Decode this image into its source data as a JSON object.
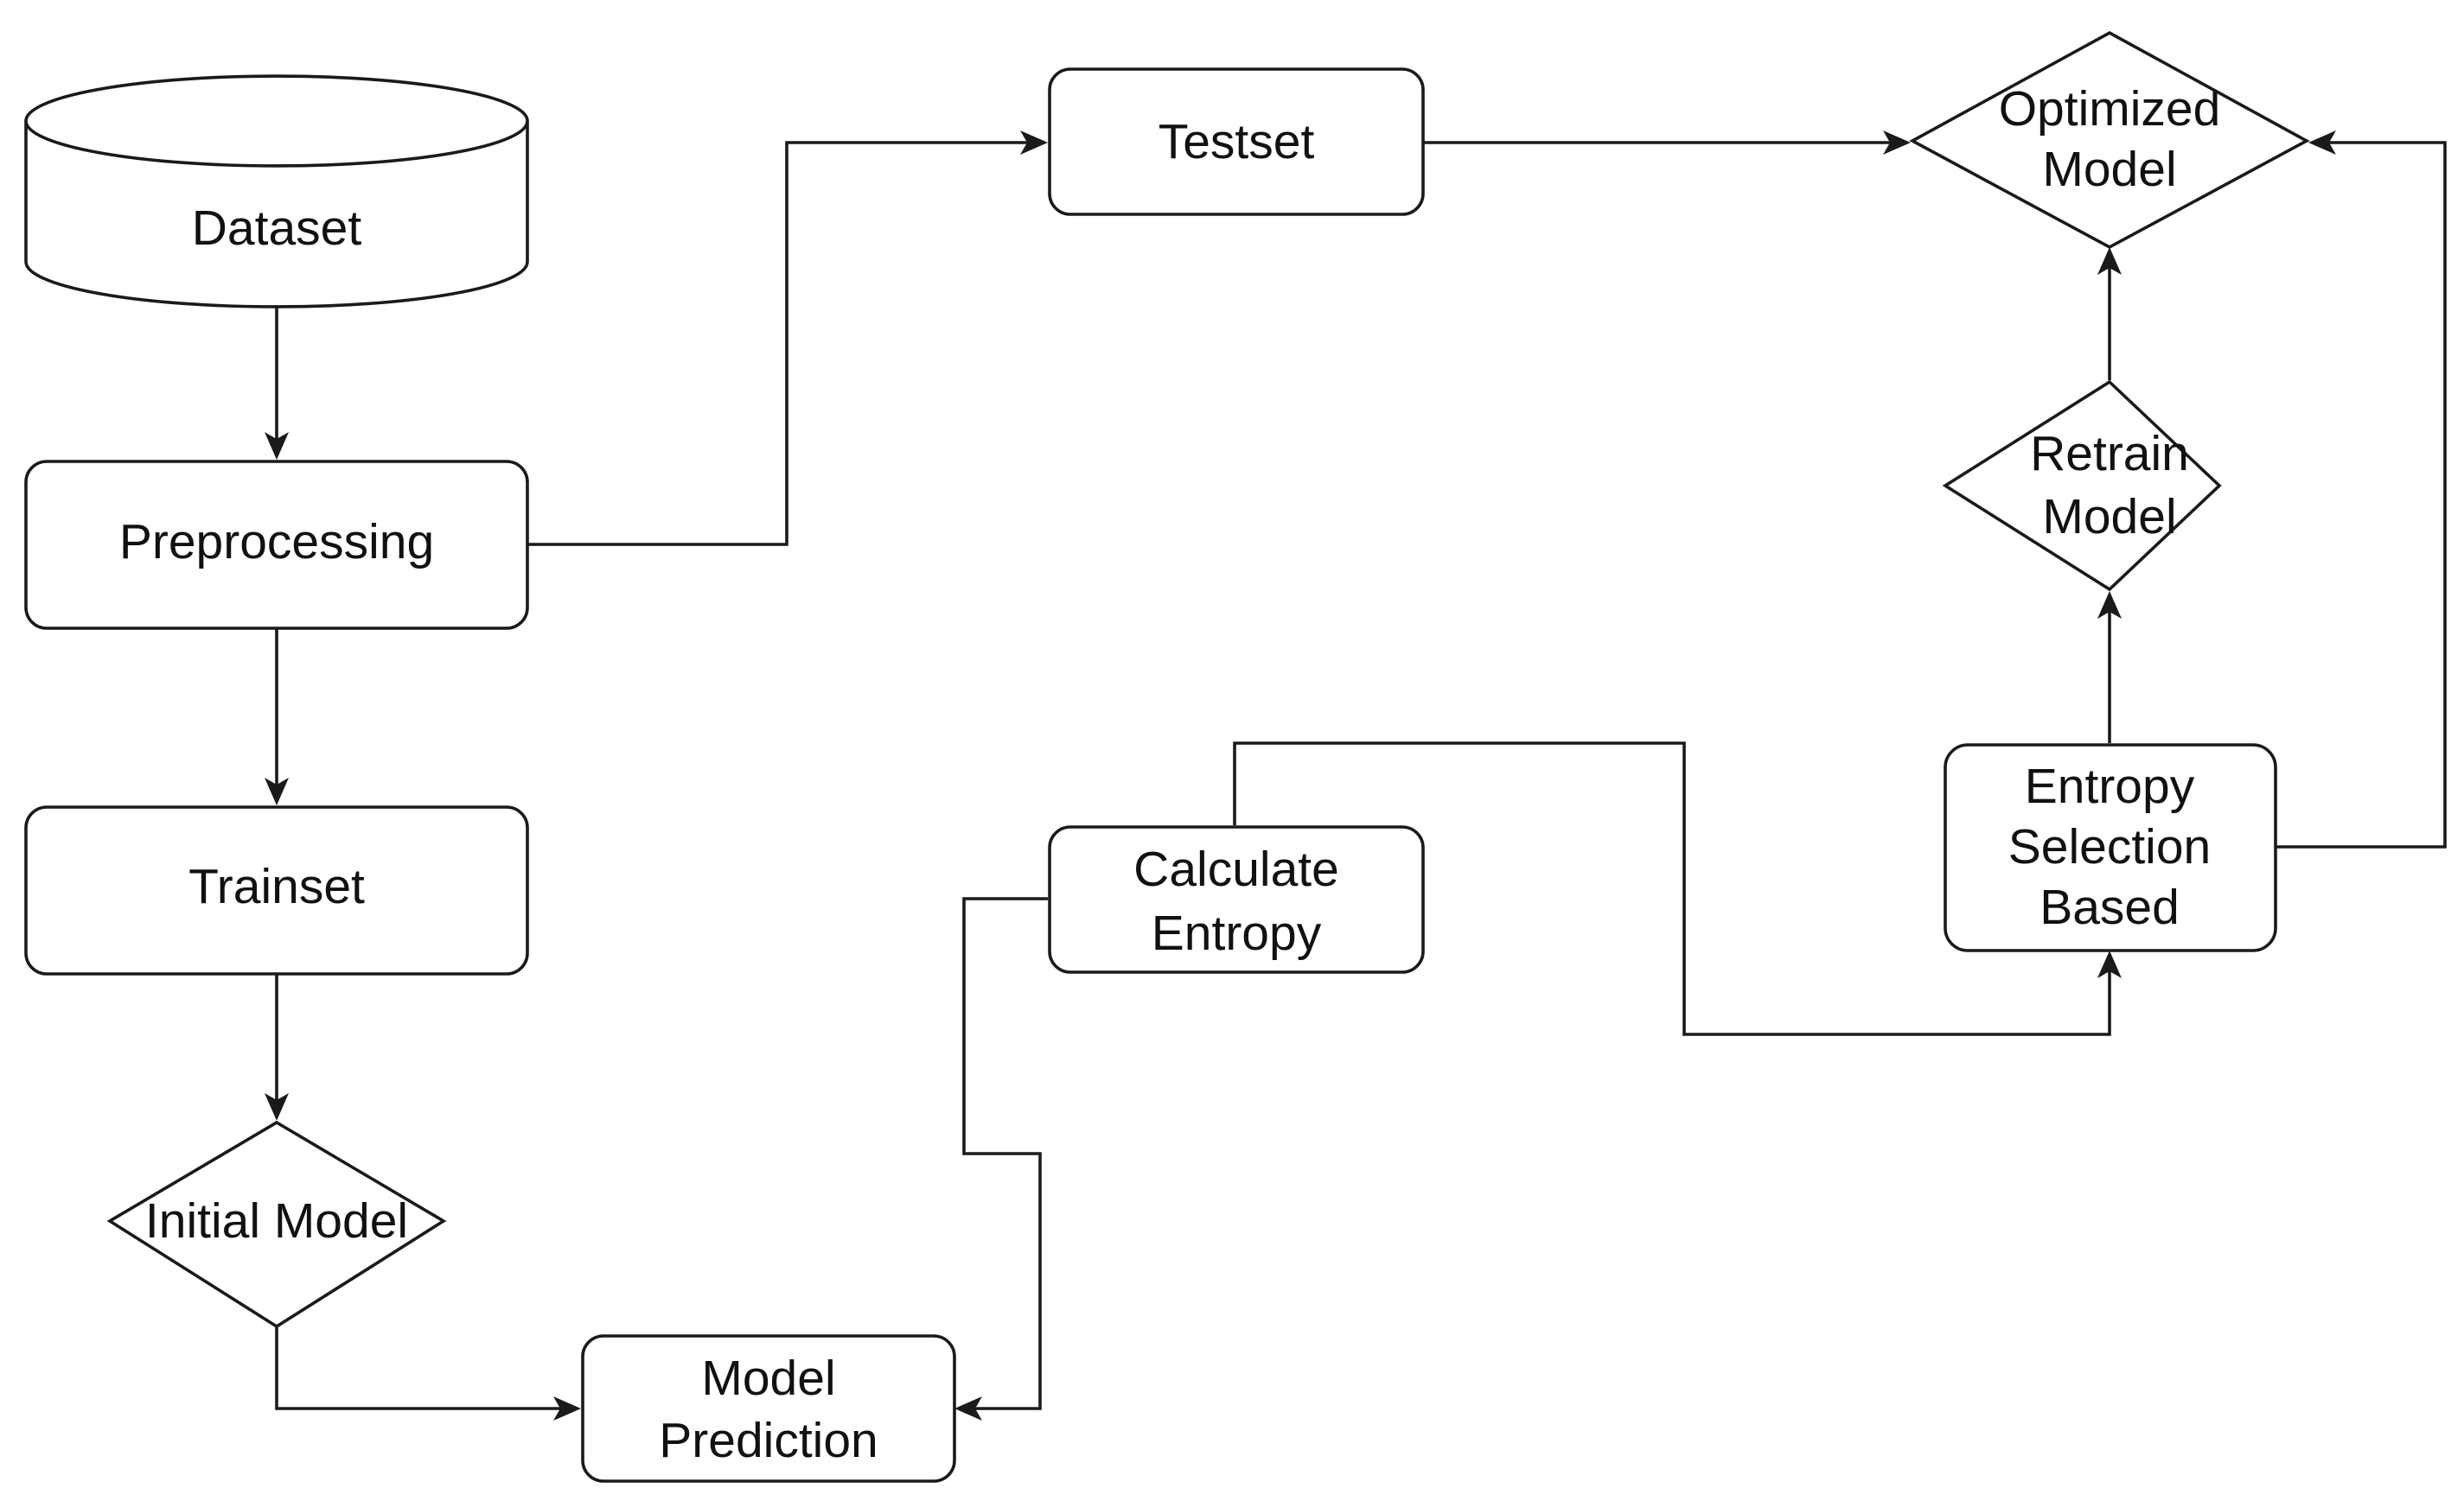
{
  "diagram": {
    "colors": {
      "stroke": "#1a1a1a",
      "node_fill": "#ffffff",
      "text": "#111111",
      "background": "#ffffff"
    },
    "nodes": {
      "dataset": {
        "shape": "cylinder",
        "lines": [
          "Dataset"
        ]
      },
      "preprocessing": {
        "shape": "rounded-rect",
        "lines": [
          "Preprocessing"
        ]
      },
      "trainset": {
        "shape": "rounded-rect",
        "lines": [
          "Trainset"
        ]
      },
      "initial_model": {
        "shape": "diamond",
        "lines": [
          "Initial Model"
        ]
      },
      "model_prediction": {
        "shape": "rounded-rect",
        "lines": [
          "Model",
          "Prediction"
        ]
      },
      "testset": {
        "shape": "rounded-rect",
        "lines": [
          "Testset"
        ]
      },
      "calculate_entropy": {
        "shape": "rounded-rect",
        "lines": [
          "Calculate",
          "Entropy"
        ]
      },
      "entropy_selection": {
        "shape": "rounded-rect",
        "lines": [
          "Entropy",
          "Selection",
          "Based"
        ]
      },
      "retrain_model": {
        "shape": "diamond",
        "lines": [
          "Retrain",
          "Model"
        ]
      },
      "optimized_model": {
        "shape": "diamond",
        "lines": [
          "Optimized",
          "Model"
        ]
      }
    },
    "edges": [
      {
        "from": "dataset",
        "to": "preprocessing"
      },
      {
        "from": "preprocessing",
        "to": "trainset"
      },
      {
        "from": "trainset",
        "to": "initial_model"
      },
      {
        "from": "initial_model",
        "to": "model_prediction"
      },
      {
        "from": "preprocessing",
        "to": "testset"
      },
      {
        "from": "testset",
        "to": "optimized_model"
      },
      {
        "from": "calculate_entropy",
        "to": "model_prediction"
      },
      {
        "from": "calculate_entropy",
        "to": "entropy_selection"
      },
      {
        "from": "entropy_selection",
        "to": "retrain_model"
      },
      {
        "from": "retrain_model",
        "to": "optimized_model"
      },
      {
        "from": "entropy_selection",
        "to": "optimized_model"
      }
    ]
  }
}
